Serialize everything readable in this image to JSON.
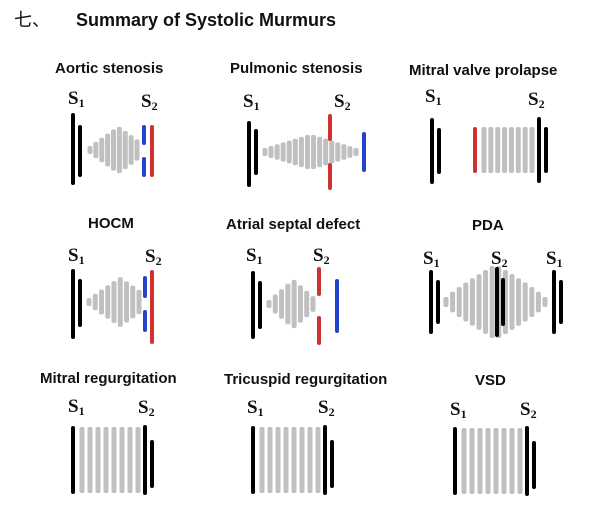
{
  "header": {
    "number": "七、",
    "title": "Summary of Systolic Murmurs"
  },
  "panels": [
    {
      "name": "aortic-stenosis",
      "title": "Aortic stenosis",
      "sounds": [
        "S1",
        "S2"
      ]
    },
    {
      "name": "pulmonic-stenosis",
      "title": "Pulmonic stenosis",
      "sounds": [
        "S1",
        "S2"
      ]
    },
    {
      "name": "mitral-valve-prolapse",
      "title": "Mitral valve prolapse",
      "sounds": [
        "S1",
        "S2"
      ]
    },
    {
      "name": "hocm",
      "title": "HOCM",
      "sounds": [
        "S1",
        "S2"
      ]
    },
    {
      "name": "atrial-septal-defect",
      "title": "Atrial septal defect",
      "sounds": [
        "S1",
        "S2"
      ]
    },
    {
      "name": "pda",
      "title": "PDA",
      "sounds": [
        "S1",
        "S2",
        "S1"
      ]
    },
    {
      "name": "mitral-regurgitation",
      "title": "Mitral regurgitation",
      "sounds": [
        "S1",
        "S2"
      ]
    },
    {
      "name": "tricuspid-regurgitation",
      "title": "Tricuspid regurgitation",
      "sounds": [
        "S1",
        "S2"
      ]
    },
    {
      "name": "vsd",
      "title": "VSD",
      "sounds": [
        "S1",
        "S2"
      ]
    }
  ],
  "colors": {
    "sound": "#000000",
    "murmur": "#c0c0c0",
    "aortic": "#d03030",
    "pulmonic": "#2244cc"
  }
}
